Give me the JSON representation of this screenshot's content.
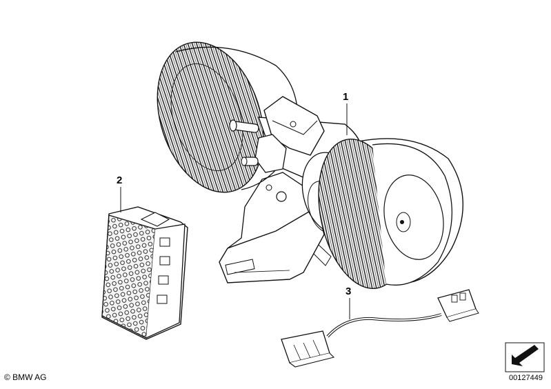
{
  "callouts": [
    {
      "id": "1",
      "label": "1"
    },
    {
      "id": "2",
      "label": "2"
    },
    {
      "id": "3",
      "label": "3"
    }
  ],
  "footer": {
    "copyright": "© BMW AG",
    "diagram_number": "00127449"
  }
}
